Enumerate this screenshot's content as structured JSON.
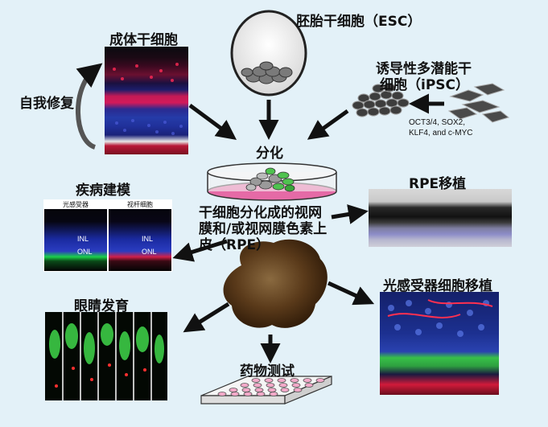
{
  "labels": {
    "adult_stem_cells": "成体干细胞",
    "self_renewal": "自我修复",
    "esc": "胚胎干细胞（ESC）",
    "ipsc_line1": "诱导性多潜能干",
    "ipsc_line2": "细胞（iPSC）",
    "factors_line1": "OCT3/4, SOX2,",
    "factors_line2": "KLF4, and c-MYC",
    "differentiation": "分化",
    "organoid_line1": "干细胞分化成的视网",
    "organoid_line2": "膜和/或视网膜色素上",
    "organoid_line3": "皮（RPE）",
    "disease_modeling": "疾病建模",
    "photoreceptor_panel": "光感受器",
    "rod_panel": "视杆细胞",
    "inl": "INL",
    "onl": "ONL",
    "rpe_transplant": "RPE移植",
    "eye_development": "眼睛发育",
    "photoreceptor_transplant": "光感受器细胞移植",
    "drug_testing": "药物测试"
  },
  "colors": {
    "background": "#e3f1f8",
    "arrow": "#111111",
    "dish_medium": "#e56aa6",
    "cell_green": "#4fc24f",
    "cell_gray": "#9a9a9a",
    "nuclei_blue": "#2040c0",
    "stain_red": "#e01840",
    "stain_green": "#3fd64a",
    "organoid": "#5a3a1a"
  }
}
